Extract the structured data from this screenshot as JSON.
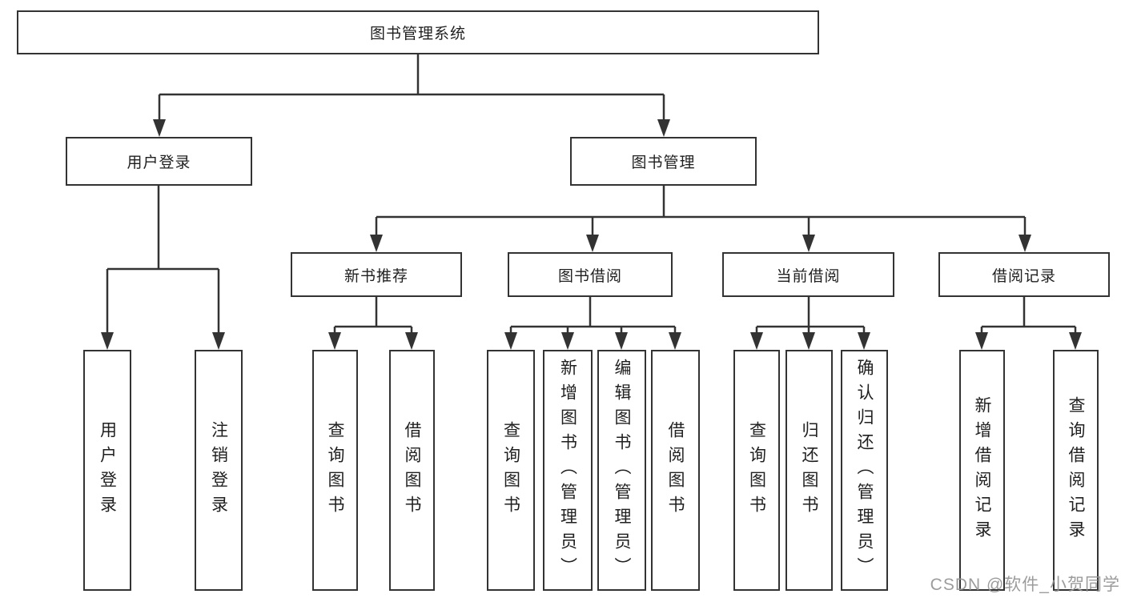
{
  "diagram": {
    "root": "图书管理系统",
    "level2": {
      "user_login": "用户登录",
      "book_mgmt": "图书管理"
    },
    "level3": {
      "new_books": "新书推荐",
      "borrowing": "图书借阅",
      "current": "当前借阅",
      "records": "借阅记录"
    },
    "leaves": {
      "user_login": [
        "用户登录",
        "注销登录"
      ],
      "new_books": [
        "查询图书",
        "借阅图书"
      ],
      "borrowing": [
        "查询图书",
        "新增图书（管理员）",
        "编辑图书（管理员）",
        "借阅图书"
      ],
      "current": [
        "查询图书",
        "归还图书",
        "确认归还（管理员）"
      ],
      "records": [
        "新增借阅记录",
        "查询借阅记录"
      ]
    }
  },
  "watermark": {
    "text": "CSDN @软件_小贺同学",
    "color": "#949494"
  },
  "colors": {
    "line": "#333333",
    "border": "#333333",
    "text": "#1f1f1f",
    "background": "#ffffff"
  }
}
